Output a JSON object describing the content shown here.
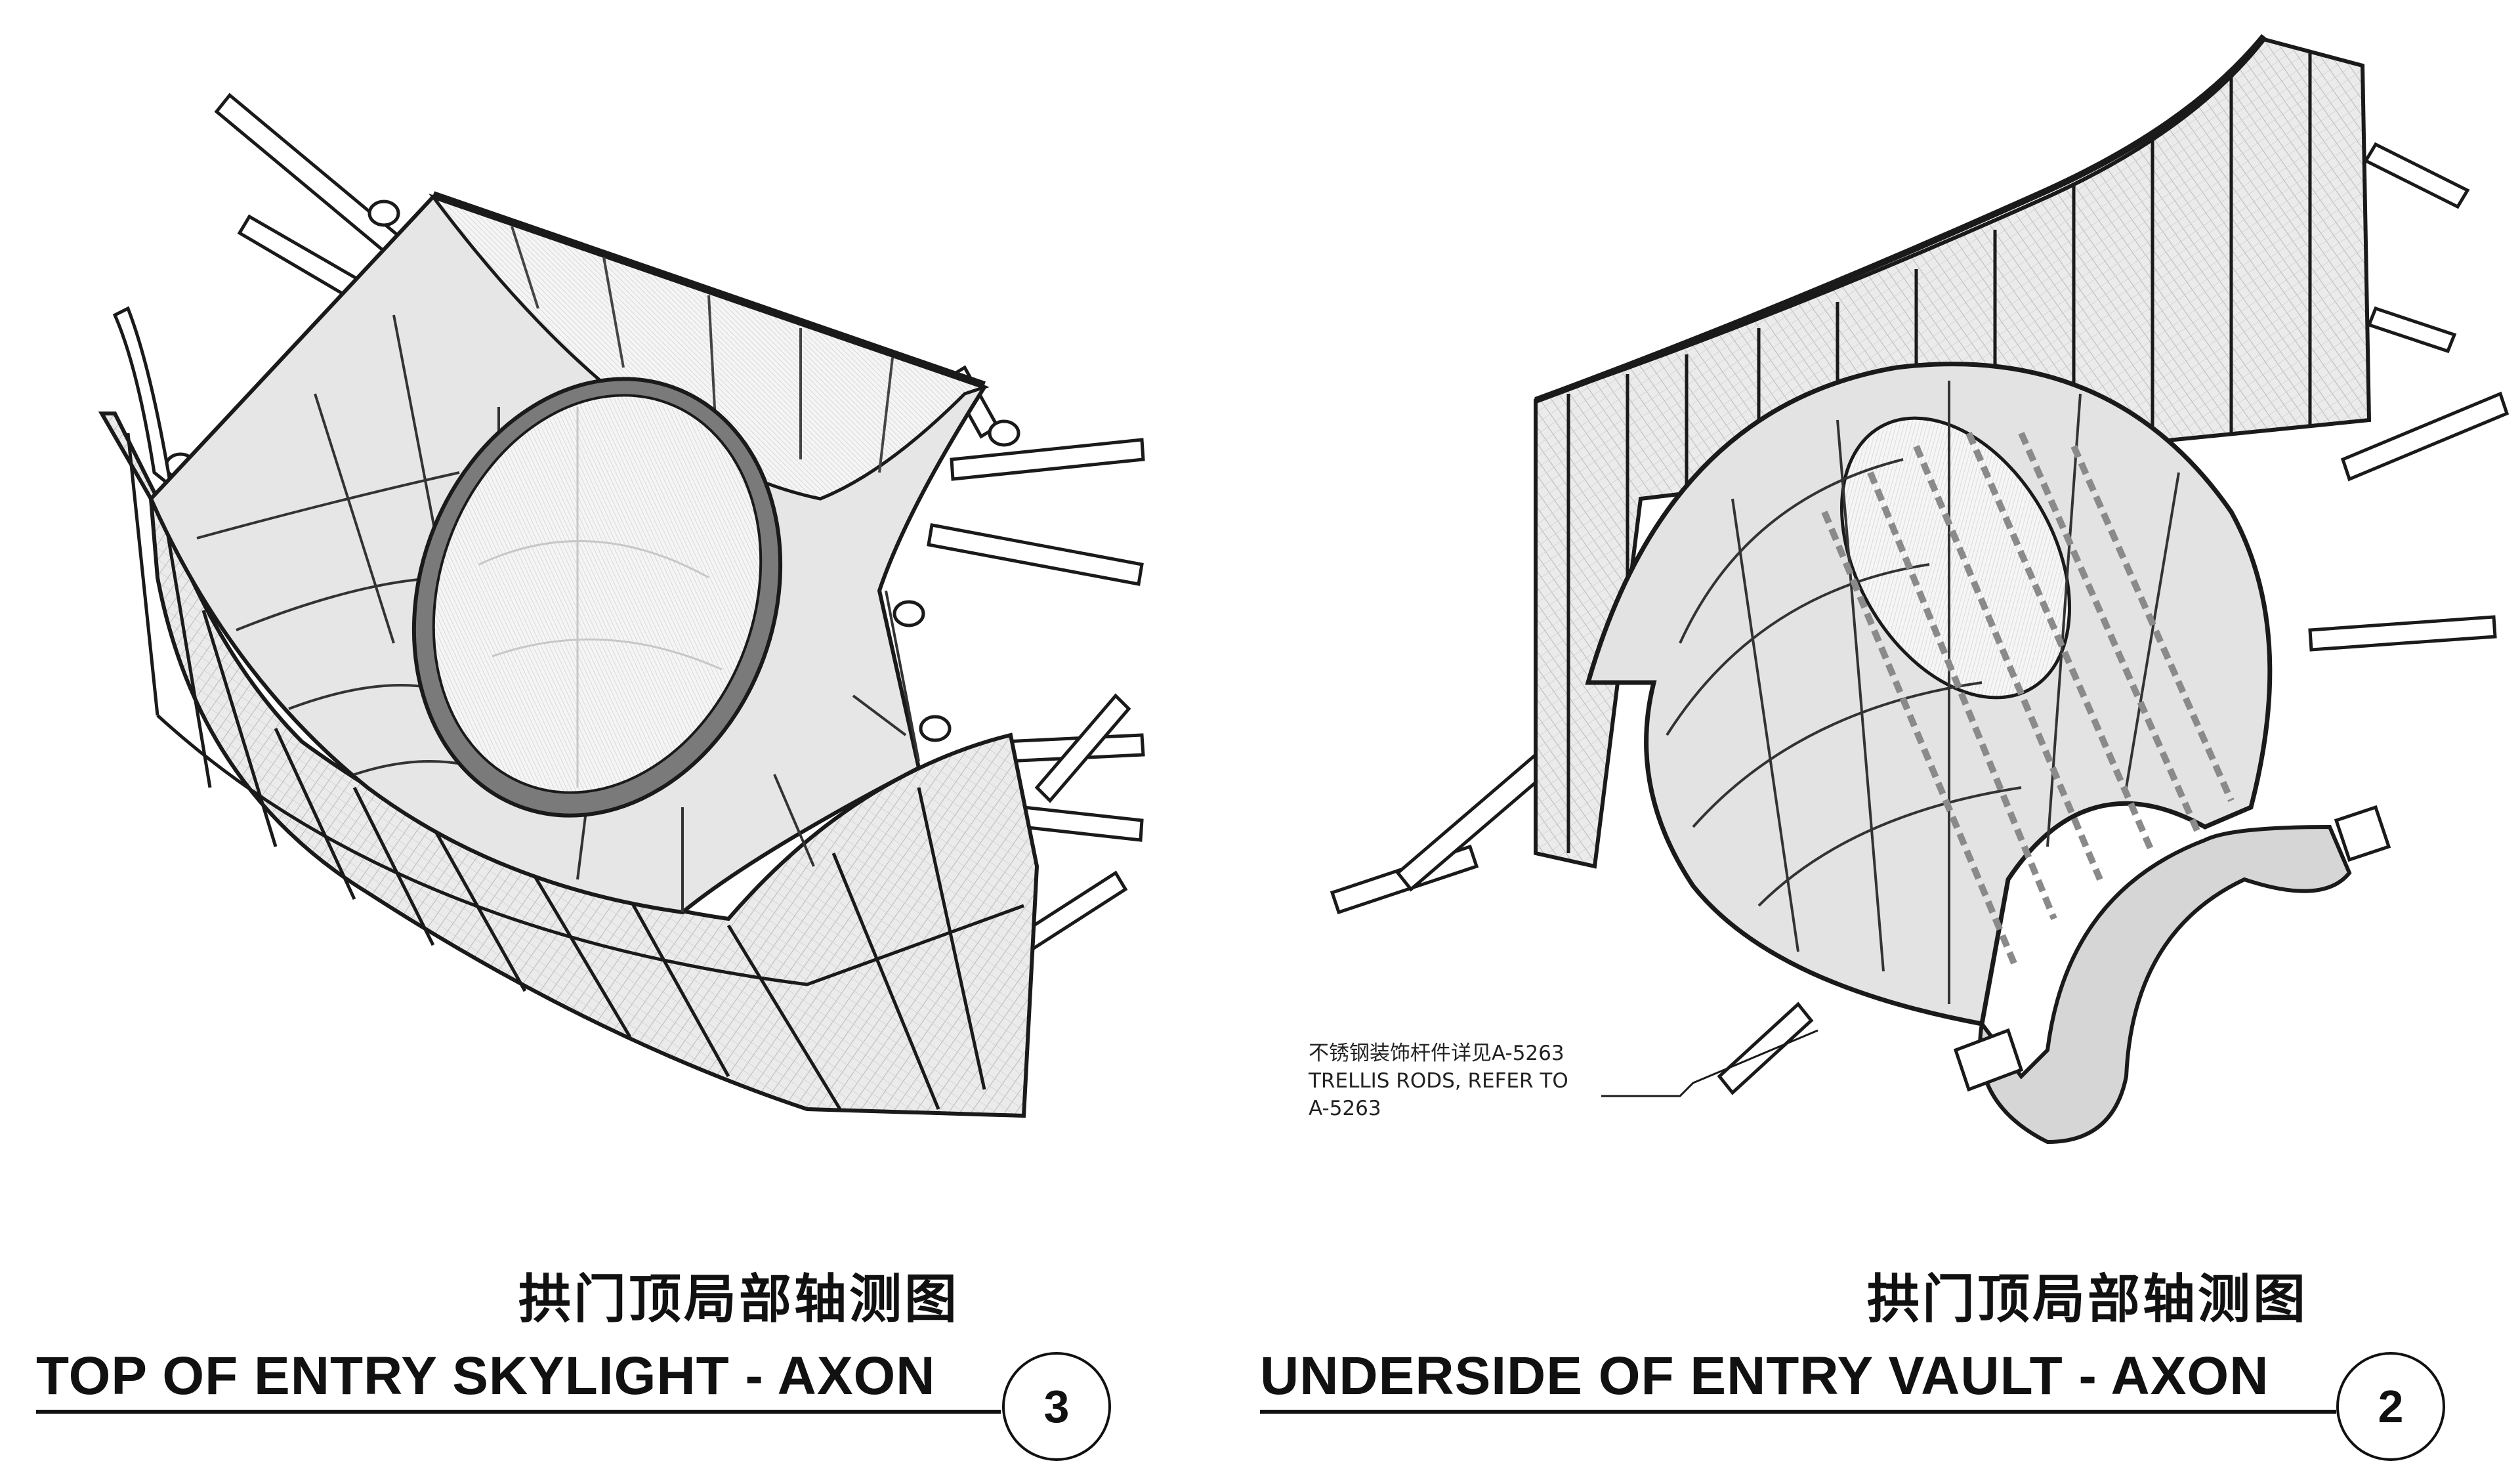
{
  "views": [
    {
      "number": "3",
      "title_cn": "拱门顶局部轴测图",
      "title_en": "TOP OF ENTRY SKYLIGHT - AXON"
    },
    {
      "number": "2",
      "title_cn": "拱门顶局部轴测图",
      "title_en": "UNDERSIDE OF ENTRY VAULT - AXON"
    }
  ],
  "annotation": {
    "line1": "不锈钢装饰杆件详见A-5263",
    "line2": "TRELLIS RODS, REFER TO",
    "line3": "A-5263"
  },
  "colors": {
    "line": "#1a1a1a",
    "panel_fill": "#e4e4e4",
    "glass_fill": "#f4f4f4",
    "rod_color": "#8a8a8a"
  }
}
